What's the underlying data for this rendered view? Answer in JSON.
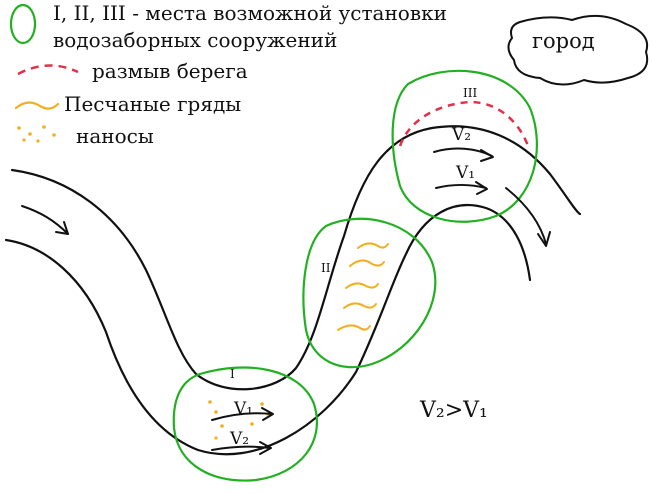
{
  "legend": {
    "zones_line1": "I, II, III - места возможной установки",
    "zones_line2": "водозаборных сооружений",
    "erosion": "размыв берега",
    "sand_ridges": "Песчаные гряды",
    "sediment": "наносы"
  },
  "city": {
    "label": "город"
  },
  "zones": {
    "zone_1": "I",
    "zone_2": "II",
    "zone_3": "III"
  },
  "velocity": {
    "zone1_inner": "V₁",
    "zone1_outer": "V₂",
    "zone3_outer": "V₂",
    "zone3_inner": "V₁",
    "relation": "V₂>V₁"
  },
  "colors": {
    "zone_outline": "#22b022",
    "erosion": "#e0304a",
    "sand": "#f0b020",
    "river": "#111111"
  }
}
